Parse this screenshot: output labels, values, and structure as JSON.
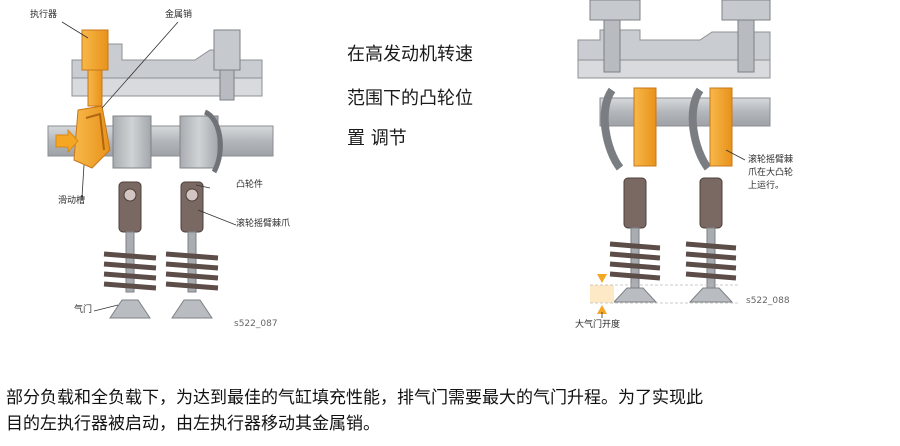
{
  "left_diagram": {
    "labels": {
      "actuator": "执行器",
      "metal_pin": "金属销",
      "slide_groove": "滑动槽",
      "cam_piece": "凸轮件",
      "roller_rocker": "滚轮摇臂棘爪",
      "valve": "气门"
    },
    "figure_id": "s522_087"
  },
  "heading": {
    "line1": "在高发动机转速",
    "line2": "范围下的凸轮位",
    "line3": "置 调节"
  },
  "right_diagram": {
    "labels": {
      "rocker_line1": "滚轮摇臂棘",
      "rocker_line2": "爪在大凸轮",
      "rocker_line3": "上运行。",
      "max_valve_opening": "大气门开度"
    },
    "figure_id": "s522_088"
  },
  "caption": {
    "line1": "部分负载和全负载下，为达到最佳的气缸填充性能，排气门需要最大的气门升程。为了实现此",
    "line2": "目的左执行器被启动，由左执行器移动其金属销。"
  },
  "colors": {
    "actuator_orange": "#f5a623",
    "head_gray": "#c9ccd0",
    "shaft_gray": "#b9bcc0",
    "valve_gray": "#9a9da1",
    "rocker_brown": "#6a5a55"
  }
}
